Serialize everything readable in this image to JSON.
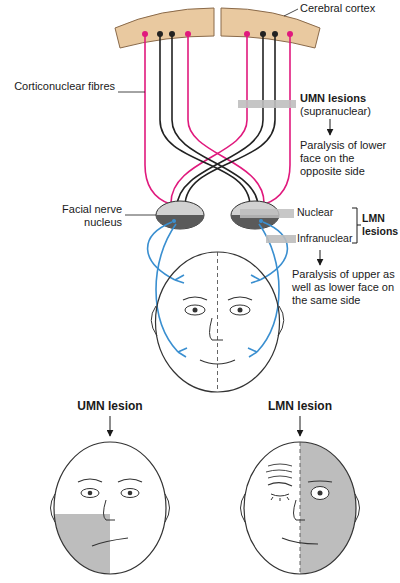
{
  "diagram": {
    "labels": [
      "Cerebral cortex",
      "Corticonuclear fibres",
      "UMN lesions",
      "(supranuclear)",
      "Paralysis of lower face on the opposite side",
      "Facial nerve nucleus",
      "Nuclear",
      "LMN lesions",
      "Infranuclear",
      "Paralysis of upper as well as lower face on the same side",
      "UMN lesion",
      "LMN lesion"
    ]
  }
}
